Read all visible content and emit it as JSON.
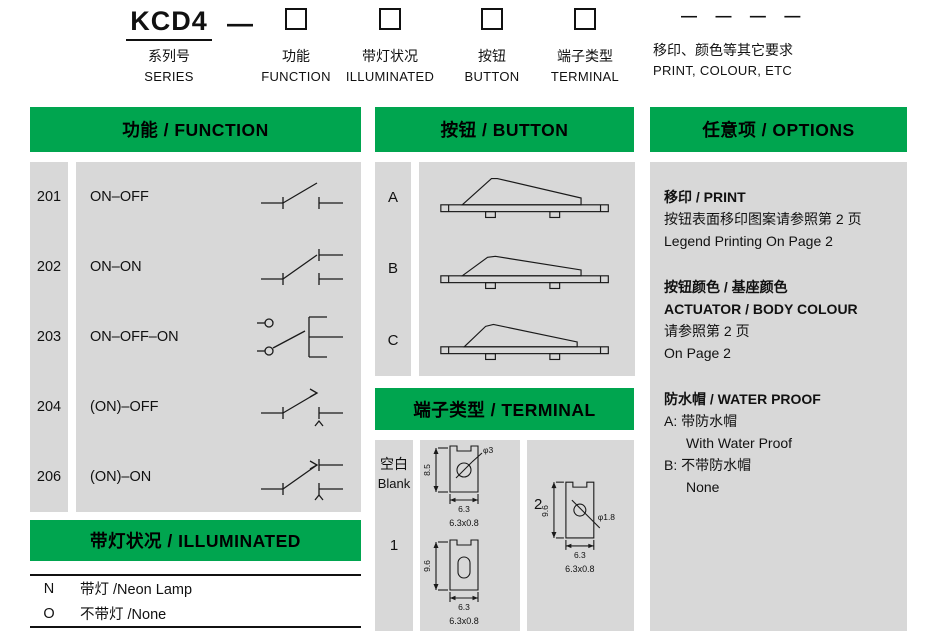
{
  "colors": {
    "header_green": "#00a54f",
    "panel_gray": "#d8d8d8",
    "text": "#111111"
  },
  "order_code": {
    "series": {
      "code": "KCD4",
      "cn": "系列号",
      "en": "SERIES"
    },
    "dash": "—",
    "slots": [
      {
        "cn": "功能",
        "en": "FUNCTION"
      },
      {
        "cn": "带灯状况",
        "en": "ILLUMINATED"
      },
      {
        "cn": "按钮",
        "en": "BUTTON"
      },
      {
        "cn": "端子类型",
        "en": "TERMINAL"
      }
    ],
    "extra": {
      "dashes": "— — — —",
      "cn": "移印、颜色等其它要求",
      "en": "PRINT, COLOUR, ETC"
    }
  },
  "function": {
    "title": "功能 / FUNCTION",
    "rows": [
      {
        "code": "201",
        "label": "ON–OFF"
      },
      {
        "code": "202",
        "label": "ON–ON"
      },
      {
        "code": "203",
        "label": "ON–OFF–ON"
      },
      {
        "code": "204",
        "label": "(ON)–OFF"
      },
      {
        "code": "206",
        "label": "(ON)–ON"
      }
    ]
  },
  "illuminated": {
    "title": "带灯状况 / ILLUMINATED",
    "rows": [
      {
        "code": "N",
        "label": "带灯 /Neon Lamp"
      },
      {
        "code": "O",
        "label": "不带灯 /None"
      }
    ]
  },
  "button": {
    "title": "按钮 / BUTTON",
    "rows": [
      {
        "code": "A"
      },
      {
        "code": "B"
      },
      {
        "code": "C"
      }
    ]
  },
  "terminal": {
    "title": "端子类型 / TERMINAL",
    "blank_cn": "空白",
    "blank_en": "Blank",
    "code_1": "1",
    "code_2": "2",
    "dims": {
      "a_height": "8.5",
      "a_hole": "φ3",
      "a_width": "6.3",
      "a_spec": "6.3x0.8",
      "b_height": "9.6",
      "b_width": "6.3",
      "b_spec": "6.3x0.8",
      "c_height": "9.6",
      "c_width": "6.3",
      "c_hole": "φ1.8",
      "c_spec": "6.3x0.8"
    }
  },
  "options": {
    "title": "任意项 / OPTIONS",
    "print": {
      "l1": "移印 / PRINT",
      "l2": "按钮表面移印图案请参照第 2 页",
      "l3": "Legend Printing On Page 2"
    },
    "colour": {
      "l1": "按钮颜色 / 基座颜色",
      "l2": "ACTUATOR / BODY COLOUR",
      "l3": "请参照第 2 页",
      "l4": "On Page 2"
    },
    "waterproof": {
      "l1": "防水帽 / WATER PROOF",
      "l2": "A: 带防水帽",
      "l3": "With Water Proof",
      "l4": "B: 不带防水帽",
      "l5": "None"
    }
  }
}
